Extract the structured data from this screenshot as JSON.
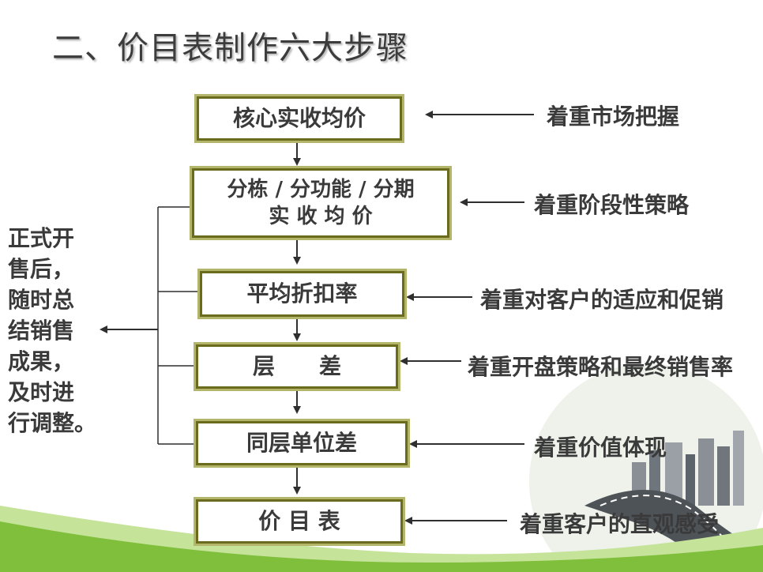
{
  "title": "二、价目表制作六大步骤",
  "steps": [
    {
      "lines": [
        "核心实收均价"
      ]
    },
    {
      "lines": [
        "分栋 / 分功能 / 分期",
        "实 收 均 价"
      ]
    },
    {
      "lines": [
        "平均折扣率"
      ]
    },
    {
      "lines": [
        "层　　差"
      ]
    },
    {
      "lines": [
        "同层单位差"
      ]
    },
    {
      "lines": [
        "价 目 表"
      ]
    }
  ],
  "notes": [
    "着重市场把握",
    "着重阶段性策略",
    "着重对客户的适应和促销",
    "着重开盘策略和最终销售率",
    "着重价值体现",
    "着重客户的直观感受"
  ],
  "left_note": {
    "lines": [
      "正式开",
      "售后，",
      "随时总",
      "结销售",
      "成果，",
      "及时进",
      "行调整。"
    ]
  },
  "colors": {
    "box_border": "#6b6b1e",
    "box_glow": "#b3b56a",
    "text": "#3a3a3a",
    "wave_green": "#7fbf3c",
    "wave_light": "#c6e39a"
  }
}
